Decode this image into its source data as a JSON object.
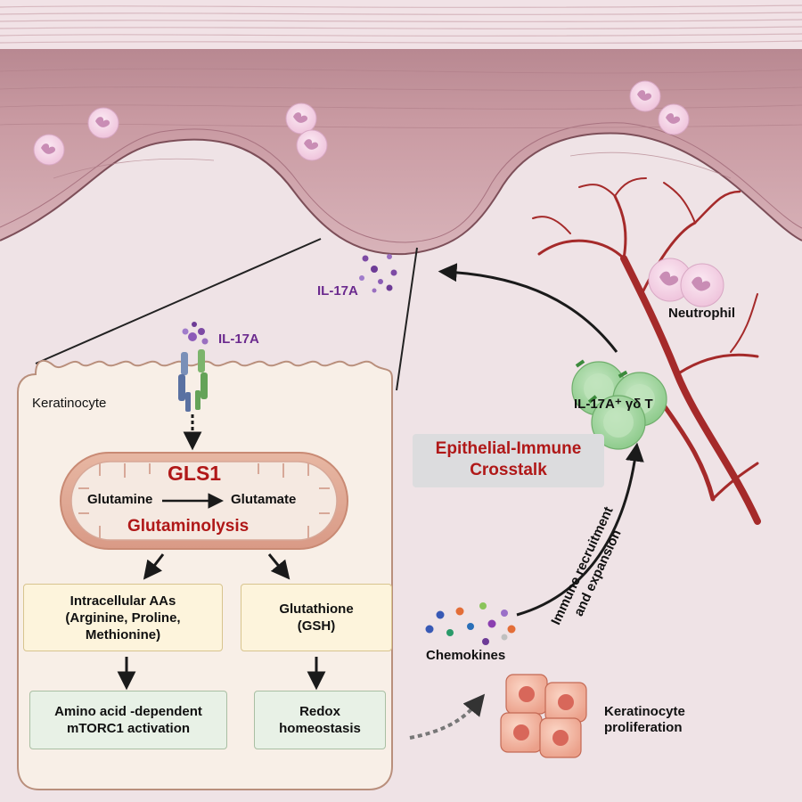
{
  "labels": {
    "il17a_top": "IL-17A",
    "il17a_receptor": "IL-17A",
    "keratinocyte": "Keratinocyte",
    "gls1": "GLS1",
    "glutamine": "Glutamine",
    "glutamate": "Glutamate",
    "glutaminolysis": "Glutaminolysis",
    "neutrophil": "Neutrophil",
    "gd_t_cell": "IL-17A⁺ γδ T",
    "crosstalk": "Epithelial-Immune\nCrosstalk",
    "immune_recruitment": "Immune recruitment\nand expansion",
    "chemokines": "Chemokines",
    "kc_proliferation": "Keratinocyte\nproliferation"
  },
  "boxes": {
    "intracellular_aas": "Intracellular AAs\n(Arginine, Proline,\nMethionine)",
    "glutathione": "Glutathione\n(GSH)",
    "mtorc1": "Amino acid -dependent\nmTORC1 activation",
    "redox": "Redox\nhomeostasis"
  },
  "colors": {
    "skin_dark": "#c9949e",
    "skin_light": "#e7cfd4",
    "dermis_bg": "#efe3e6",
    "cell_bg": "#f8efe7",
    "red_text": "#b01818",
    "purple_text": "#6b2a8e",
    "vessel": "#a52a2a",
    "tcell": "#a9d6a9"
  }
}
